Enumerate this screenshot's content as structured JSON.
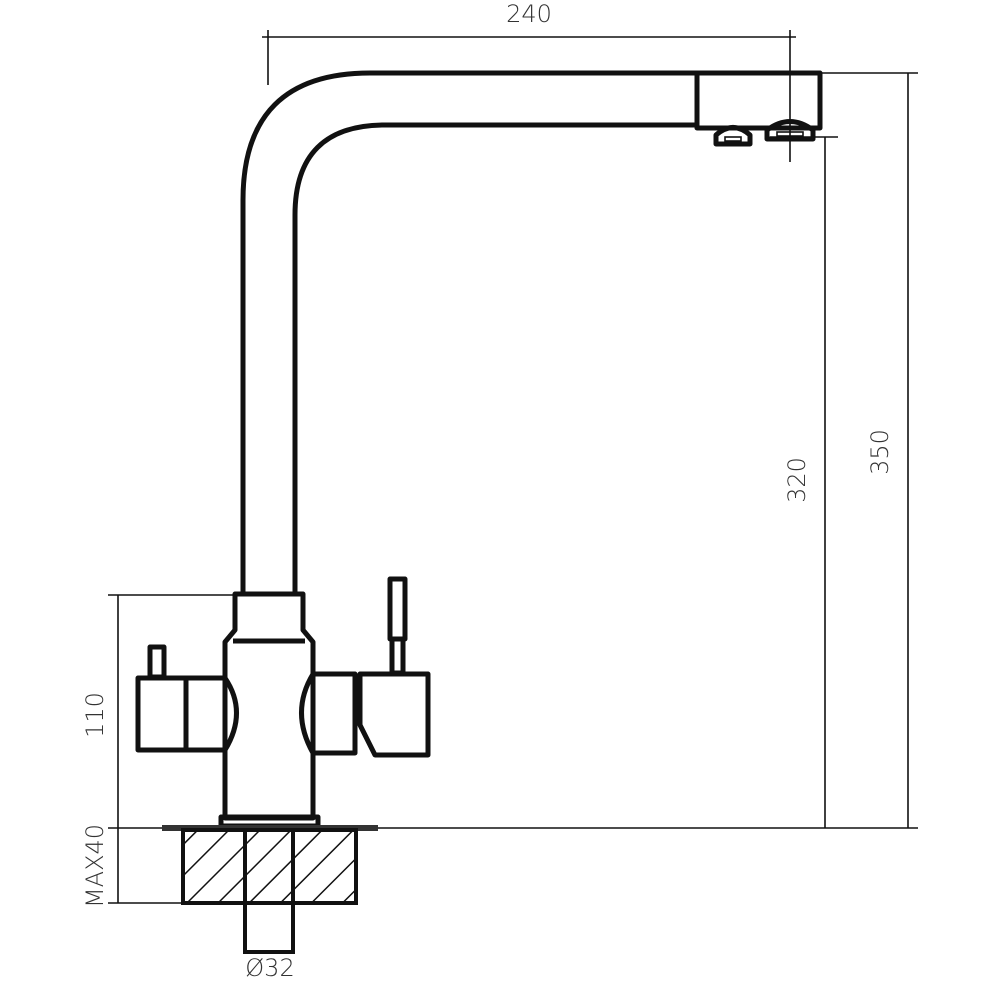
{
  "drawing": {
    "title": "Kitchen faucet dimension drawing",
    "dimensions": {
      "spout_reach": "240",
      "spout_height": "320",
      "total_height": "350",
      "body_height": "110",
      "max_countertop": "MAX40",
      "shank_diameter": "Ø32"
    },
    "colors": {
      "line": "#111111",
      "text": "#333333",
      "background": "#ffffff"
    }
  }
}
